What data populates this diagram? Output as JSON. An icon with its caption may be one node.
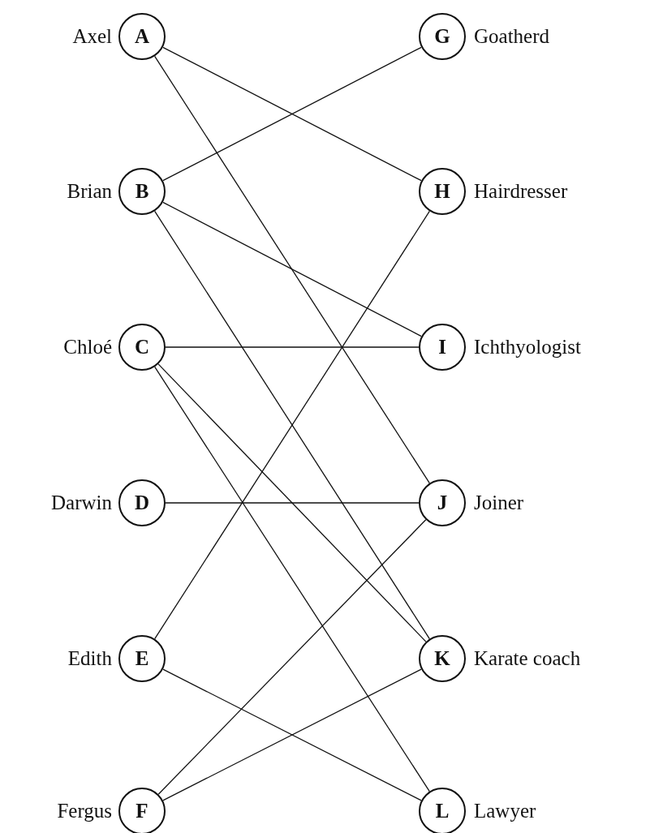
{
  "diagram": {
    "nodes": [
      {
        "text": [
          "A"
        ],
        "beside": [
          "Axel"
        ]
      },
      {
        "text": [
          "B"
        ],
        "beside": [
          "Brian"
        ]
      },
      {
        "text": [
          "C"
        ],
        "beside": [
          "Chloé"
        ]
      },
      {
        "text": [
          "D"
        ],
        "beside": [
          "Darwin"
        ]
      },
      {
        "text": [
          "E"
        ],
        "beside": [
          "Edith"
        ]
      },
      {
        "text": [
          "F"
        ],
        "beside": [
          "Fergus"
        ]
      },
      {
        "text": [
          "G"
        ],
        "beside": [
          "Goatherd"
        ]
      },
      {
        "text": [
          "H"
        ],
        "beside": [
          "Hairdresser"
        ]
      },
      {
        "text": [
          "I"
        ],
        "beside": [
          "Ichthyologist"
        ]
      },
      {
        "text": [
          "J"
        ],
        "beside": [
          "Joiner"
        ]
      },
      {
        "text": [
          "K"
        ],
        "beside": [
          "Karate coach"
        ]
      },
      {
        "text": [
          "L"
        ],
        "beside": [
          "Lawyer"
        ]
      }
    ],
    "edges": [
      {
        "from": 0,
        "to": 7,
        "arrow": "none"
      },
      {
        "from": 0,
        "to": 9,
        "arrow": "none"
      },
      {
        "from": 1,
        "to": 6,
        "arrow": "none"
      },
      {
        "from": 1,
        "to": 8,
        "arrow": "none"
      },
      {
        "from": 1,
        "to": 10,
        "arrow": "none"
      },
      {
        "from": 2,
        "to": 8,
        "arrow": "none"
      },
      {
        "from": 2,
        "to": 10,
        "arrow": "none"
      },
      {
        "from": 2,
        "to": 11,
        "arrow": "none"
      },
      {
        "from": 3,
        "to": 9,
        "arrow": "none"
      },
      {
        "from": 4,
        "to": 7,
        "arrow": "none"
      },
      {
        "from": 4,
        "to": 11,
        "arrow": "none"
      },
      {
        "from": 5,
        "to": 9,
        "arrow": "none"
      },
      {
        "from": 5,
        "to": 10,
        "arrow": "none"
      }
    ]
  }
}
